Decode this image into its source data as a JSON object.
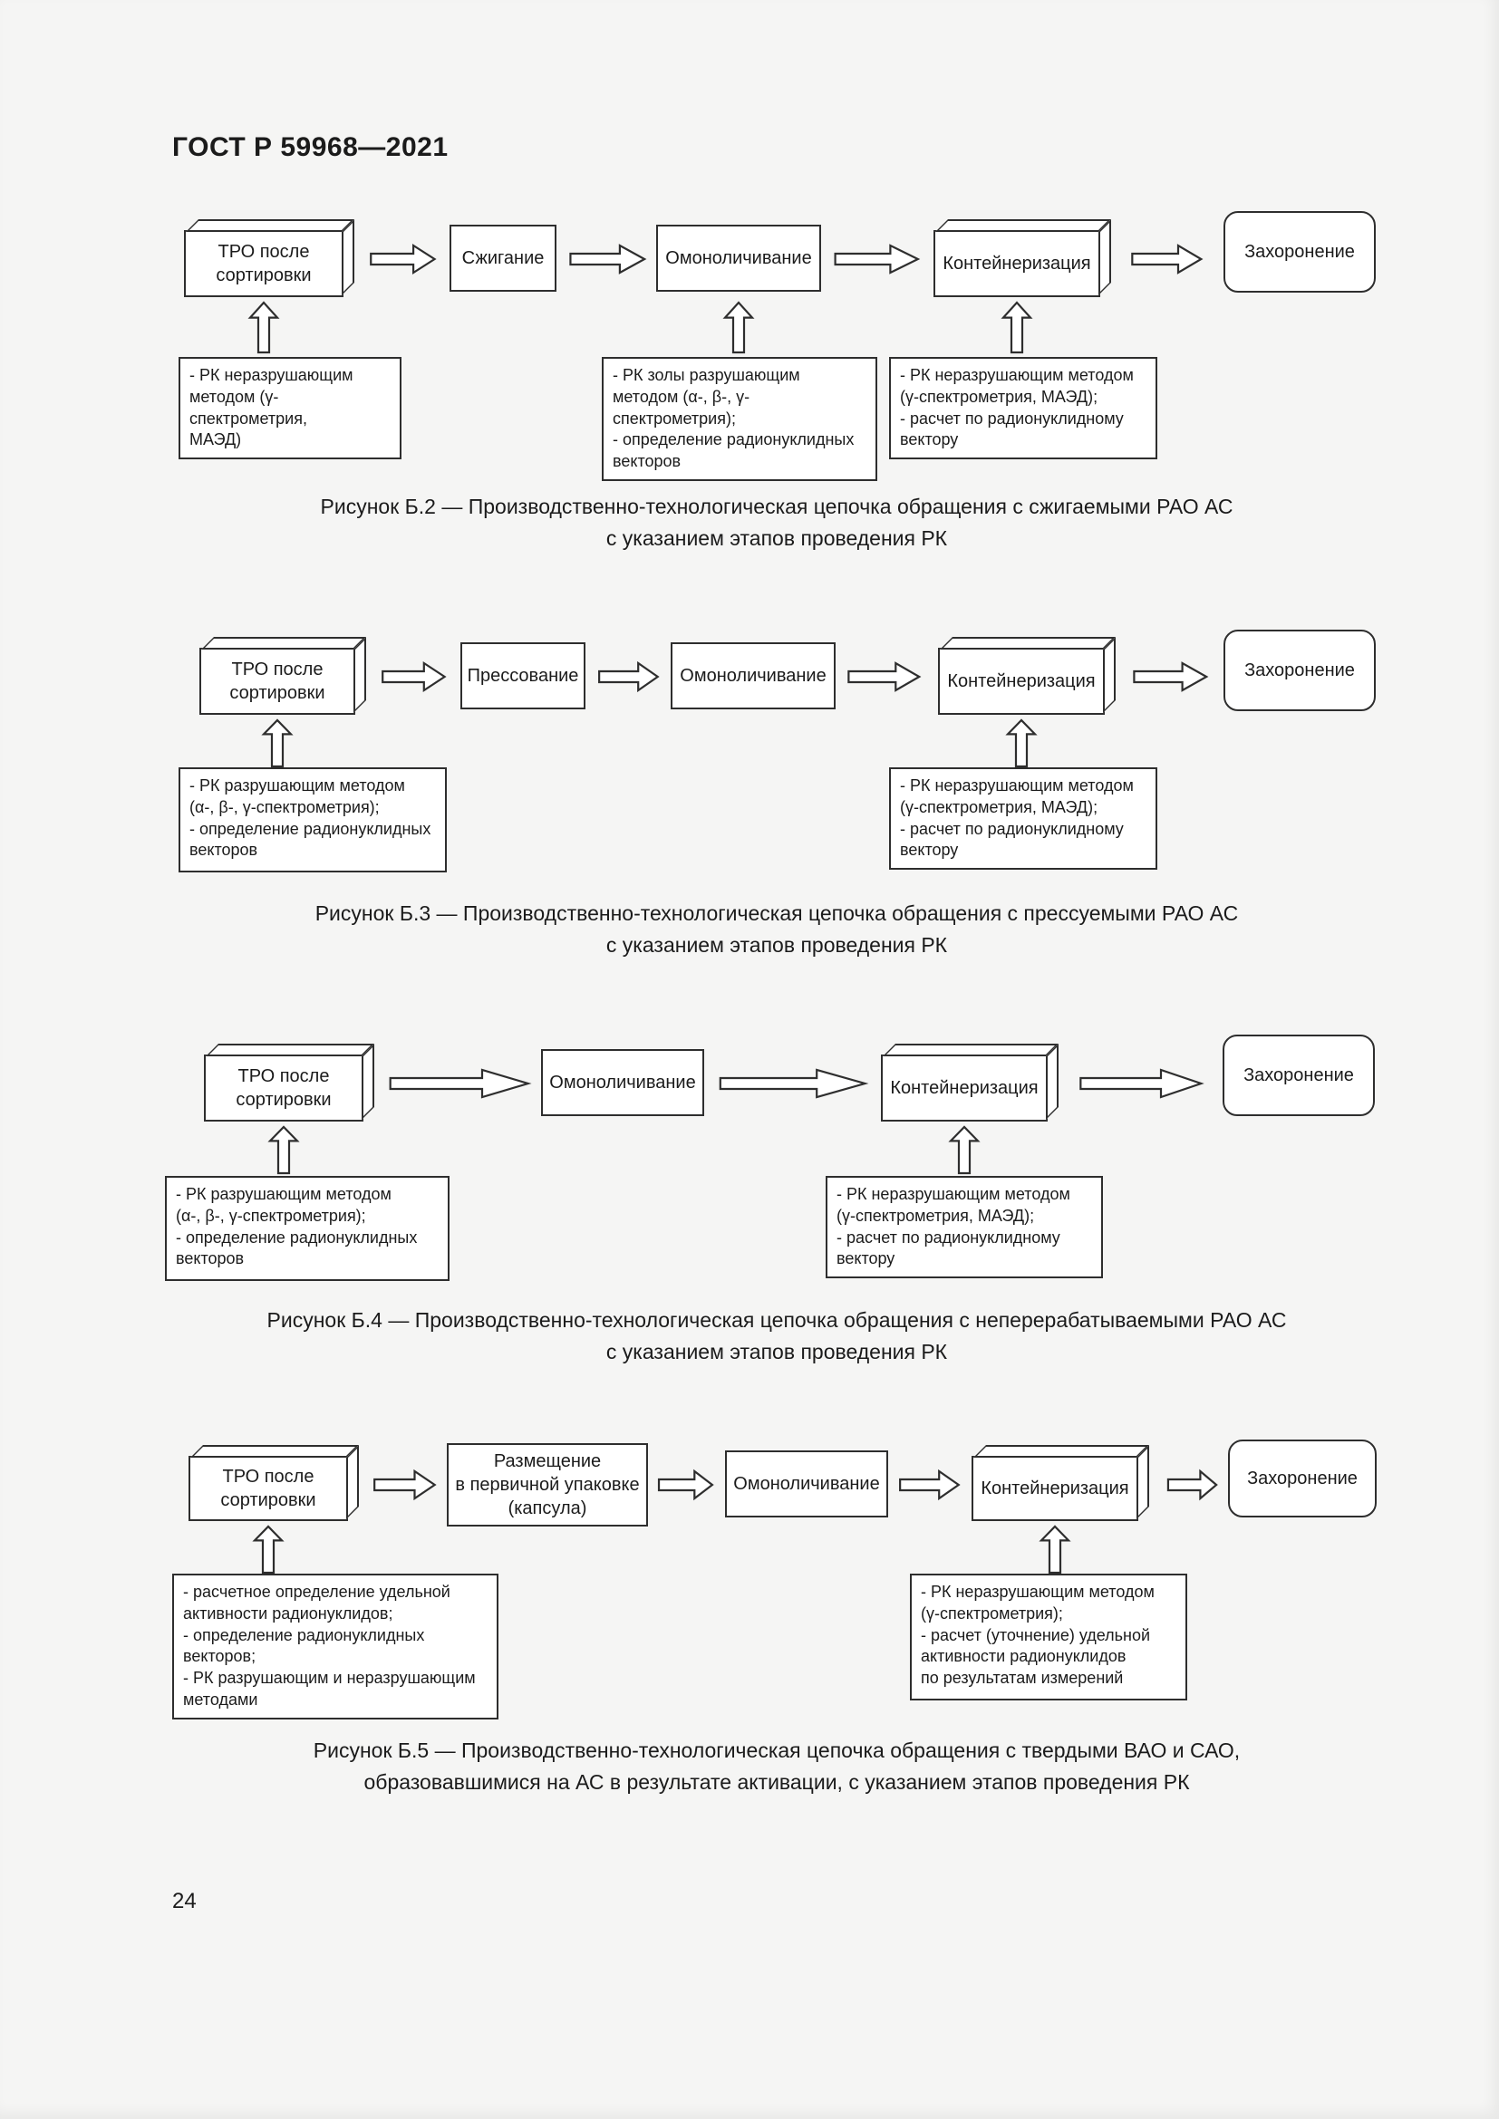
{
  "document": {
    "header": "ГОСТ Р 59968—2021",
    "page_number": "24"
  },
  "colors": {
    "page_background": "#f5f5f4",
    "ink": "#1b1b1b",
    "box_border": "#2e2e2e",
    "box_fill": "#ffffff"
  },
  "icons": {
    "flow_arrow": "block-arrow-right",
    "control_arrow": "block-arrow-up"
  },
  "figures": [
    {
      "caption": "Рисунок Б.2 — Производственно-технологическая цепочка обращения с сжигаемыми РАО АС\nс указанием этапов проведения РК",
      "flow": [
        {
          "label": "ТРО после\nсортировки"
        },
        {
          "label": "Сжигание"
        },
        {
          "label": "Омоноличивание"
        },
        {
          "label": "Контейнеризация"
        },
        {
          "label": "Захоронение"
        }
      ],
      "notes": [
        {
          "text": "- РК неразрушающим\nметодом (γ-спектрометрия,\nМАЭД)"
        },
        {
          "text": "- РК золы разрушающим\nметодом (α-, β-, γ-спектрометрия);\n- определение радионуклидных\nвекторов"
        },
        {
          "text": "- РК неразрушающим методом\n(γ-спектрометрия, МАЭД);\n- расчет по радионуклидному\nвектору"
        }
      ]
    },
    {
      "caption": "Рисунок Б.3 — Производственно-технологическая цепочка обращения с прессуемыми РАО АС\nс указанием этапов проведения РК",
      "flow": [
        {
          "label": "ТРО после\nсортировки"
        },
        {
          "label": "Прессование"
        },
        {
          "label": "Омоноличивание"
        },
        {
          "label": "Контейнеризация"
        },
        {
          "label": "Захоронение"
        }
      ],
      "notes": [
        {
          "text": "- РК разрушающим методом\n(α-, β-, γ-спектрометрия);\n- определение радионуклидных\nвекторов"
        },
        {
          "text": "- РК неразрушающим методом\n(γ-спектрометрия, МАЭД);\n- расчет по радионуклидному\nвектору"
        }
      ]
    },
    {
      "caption": "Рисунок Б.4 — Производственно-технологическая цепочка обращения с неперерабатываемыми РАО АС\nс указанием этапов проведения РК",
      "flow": [
        {
          "label": "ТРО после\nсортировки"
        },
        {
          "label": "Омоноличивание"
        },
        {
          "label": "Контейнеризация"
        },
        {
          "label": "Захоронение"
        }
      ],
      "notes": [
        {
          "text": "- РК разрушающим методом\n(α-, β-, γ-спектрометрия);\n- определение радионуклидных\nвекторов"
        },
        {
          "text": "- РК неразрушающим методом\n(γ-спектрометрия, МАЭД);\n- расчет по радионуклидному\nвектору"
        }
      ]
    },
    {
      "caption": "Рисунок Б.5 — Производственно-технологическая цепочка обращения с твердыми ВАО и САО,\nобразовавшимися на АС в результате активации, с указанием этапов проведения РК",
      "flow": [
        {
          "label": "ТРО после\nсортировки"
        },
        {
          "label": "Размещение\nв первичной упаковке\n(капсула)"
        },
        {
          "label": "Омоноличивание"
        },
        {
          "label": "Контейнеризация"
        },
        {
          "label": "Захоронение"
        }
      ],
      "notes": [
        {
          "text": "- расчетное определение удельной\nактивности радионуклидов;\n- определение радионуклидных\nвекторов;\n- РК разрушающим и неразрушающим\nметодами"
        },
        {
          "text": "- РК неразрушающим методом\n(γ-спектрометрия);\n- расчет (уточнение) удельной\nактивности радионуклидов\nпо результатам измерений"
        }
      ]
    }
  ]
}
